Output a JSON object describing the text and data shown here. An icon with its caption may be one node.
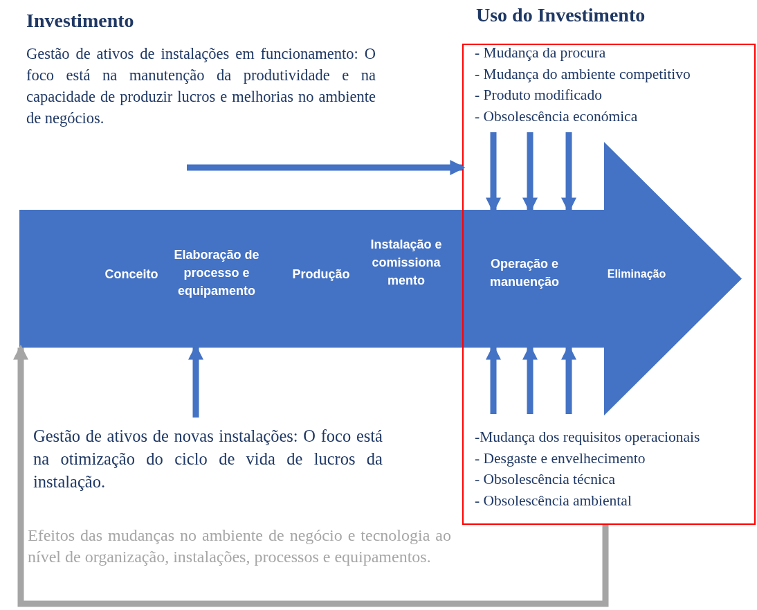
{
  "diagram": {
    "nodes": [
      {
        "text": [
          "Investimento",
          "Gestão de ativos de instalações em funcionamento: O foco está na manutenção da produtividade e na capacidade de produzir lucros e melhorias no ambiente de negócios."
        ]
      },
      {
        "text": [],
        "shape": "arrow"
      },
      {
        "text": [
          "Conceito"
        ],
        "in": 1
      },
      {
        "text": [
          "Elaboração de processo e equipamento"
        ],
        "in": 1
      },
      {
        "text": [
          "Produção"
        ],
        "in": 1
      },
      {
        "text": [
          "Instalação e comissionamento"
        ],
        "in": 1
      },
      {
        "text": [
          "Operação e manuenção"
        ]
      },
      {
        "text": [
          "Eliminação"
        ]
      },
      {
        "text": [
          "Uso do Investimento"
        ]
      },
      {
        "text": [
          "- Mudança da procura",
          "- Mudança do ambiente competitivo",
          "- Produto modificado",
          "- Obsolescência económica"
        ],
        "in": 8
      },
      {
        "text": [
          "-Mudança dos requisitos operacionais",
          "- Desgaste e envelhecimento",
          "- Obsolescência técnica",
          "- Obsolescência ambiental"
        ],
        "in": 8
      },
      {
        "text": [
          "Gestão de ativos de novas instalações: O foco está na otimização do ciclo de vida de lucros da instalação."
        ]
      }
    ],
    "edges": [
      {
        "from": 0,
        "to": 8,
        "arrow": "to"
      },
      {
        "from": 9,
        "to": 1,
        "arrow": "to"
      },
      {
        "from": 9,
        "to": 1,
        "arrow": "to"
      },
      {
        "from": 9,
        "to": 1,
        "arrow": "to"
      },
      {
        "from": 10,
        "to": 1,
        "arrow": "to"
      },
      {
        "from": 10,
        "to": 1,
        "arrow": "to"
      },
      {
        "from": 10,
        "to": 1,
        "arrow": "to"
      },
      {
        "from": 11,
        "to": 1,
        "arrow": "to"
      },
      {
        "from": 8,
        "to": 1,
        "arrow": "to",
        "color": "#a5a5a5",
        "label": "Efeitos das mudanças no ambiente de negócio e tecnologia ao nível de organização, instalações, processos e equipamentos."
      }
    ]
  }
}
